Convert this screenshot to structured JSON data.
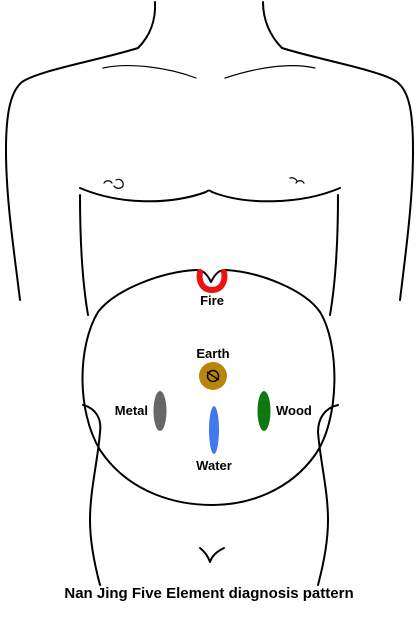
{
  "caption": "Nan Jing Five Element diagnosis pattern",
  "elements": {
    "fire": {
      "label": "Fire",
      "color": "#ee1111"
    },
    "earth": {
      "label": "Earth",
      "color": "#b8860b"
    },
    "metal": {
      "label": "Metal",
      "color": "#666666"
    },
    "wood": {
      "label": "Wood",
      "color": "#117711"
    },
    "water": {
      "label": "Water",
      "color": "#4477ee"
    }
  },
  "icons": {
    "earth_symbol": "circle-with-diagonal-slash-icon"
  }
}
